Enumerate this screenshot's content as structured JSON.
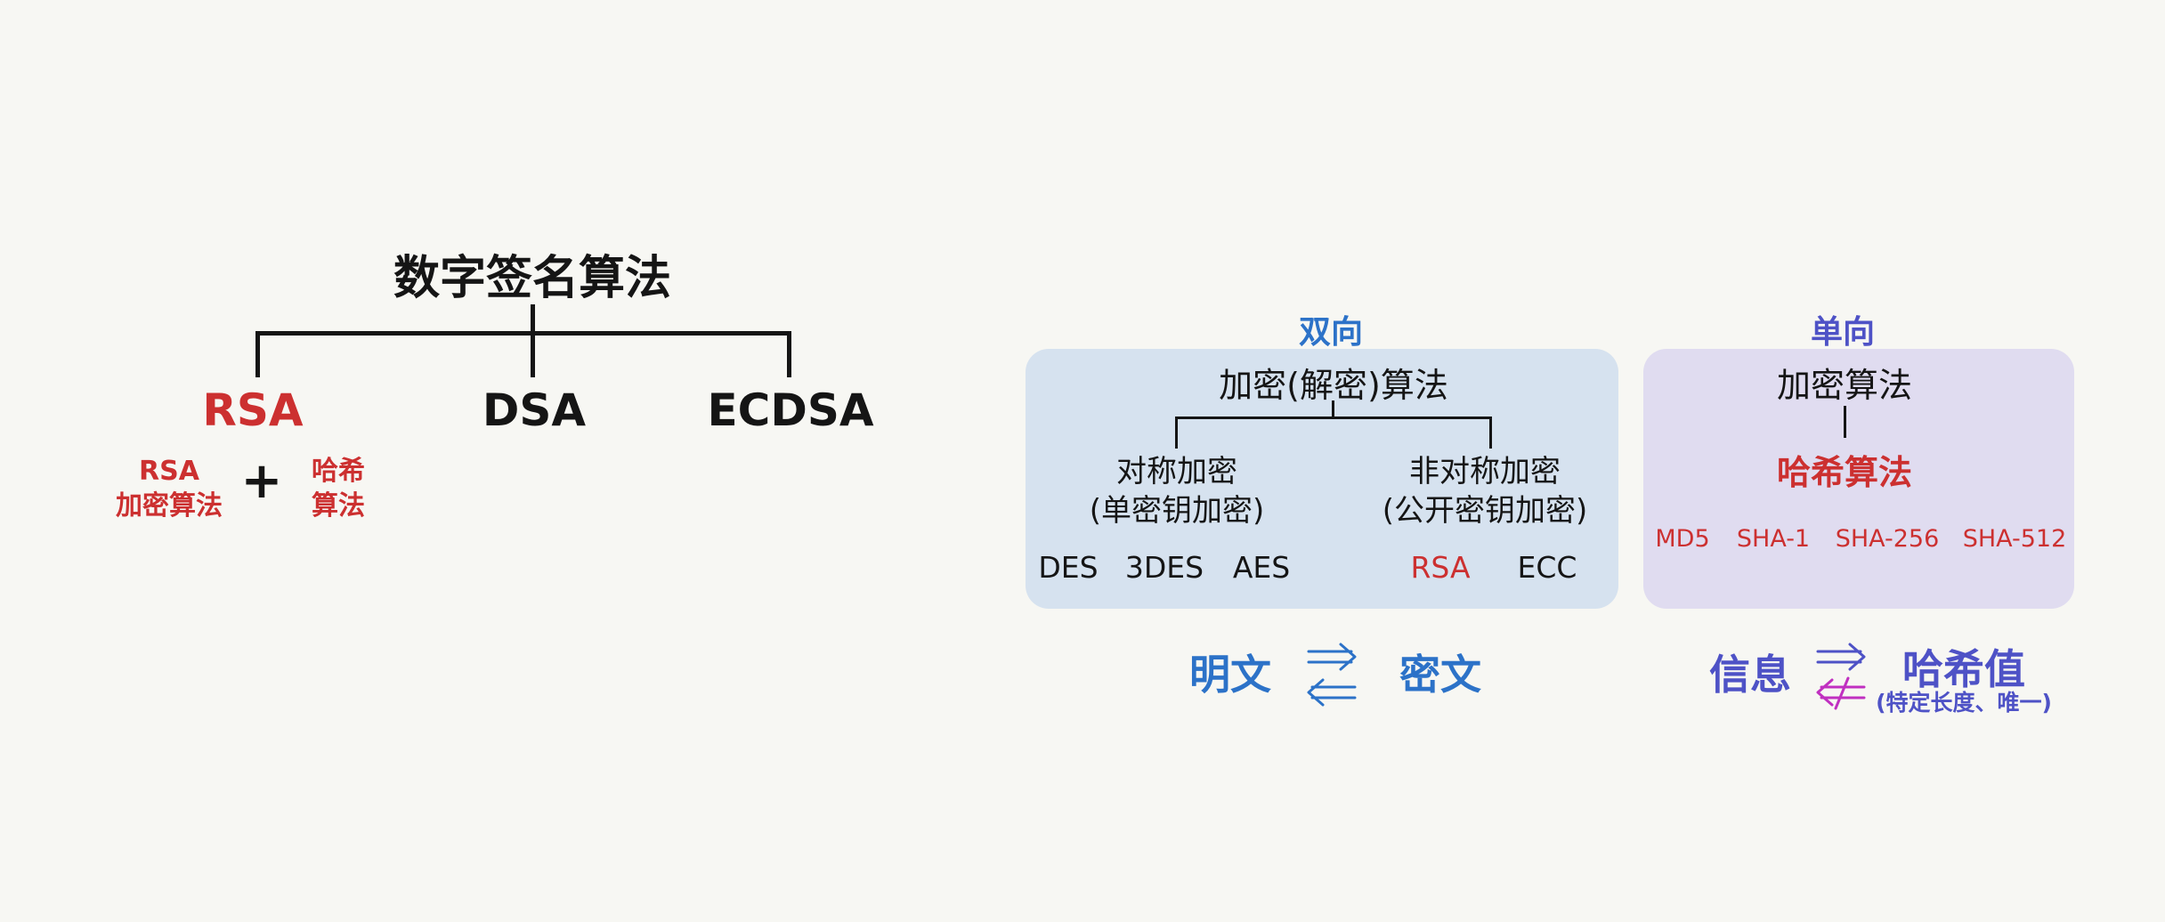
{
  "signature": {
    "title": "数字签名算法",
    "rsa": "RSA",
    "dsa": "DSA",
    "ecdsa": "ECDSA",
    "rsa_enc_line1": "RSA",
    "rsa_enc_line2": "加密算法",
    "plus": "+",
    "hash_line1": "哈希",
    "hash_line2": "算法"
  },
  "two_way": {
    "heading": "双向",
    "title": "加密(解密)算法",
    "sym_line1": "对称加密",
    "sym_line2": "(单密钥加密)",
    "asym_line1": "非对称加密",
    "asym_line2": "(公开密钥加密)",
    "sym_algos": [
      "DES",
      "3DES",
      "AES"
    ],
    "asym_algos": [
      "RSA",
      "ECC"
    ],
    "plain": "明文",
    "cipher": "密文"
  },
  "one_way": {
    "heading": "单向",
    "title": "加密算法",
    "hash": "哈希算法",
    "algos": [
      "MD5",
      "SHA-1",
      "SHA-256",
      "SHA-512"
    ],
    "info": "信息",
    "hash_value": "哈希值",
    "hash_note": "(特定长度、唯一)"
  },
  "colors": {
    "red": "#cc3030",
    "blue": "#2c72c8",
    "indigo": "#4e52c6",
    "magenta": "#c030c0",
    "panel_blue": "#d6e2ef",
    "panel_purple": "#e0dcf0"
  }
}
